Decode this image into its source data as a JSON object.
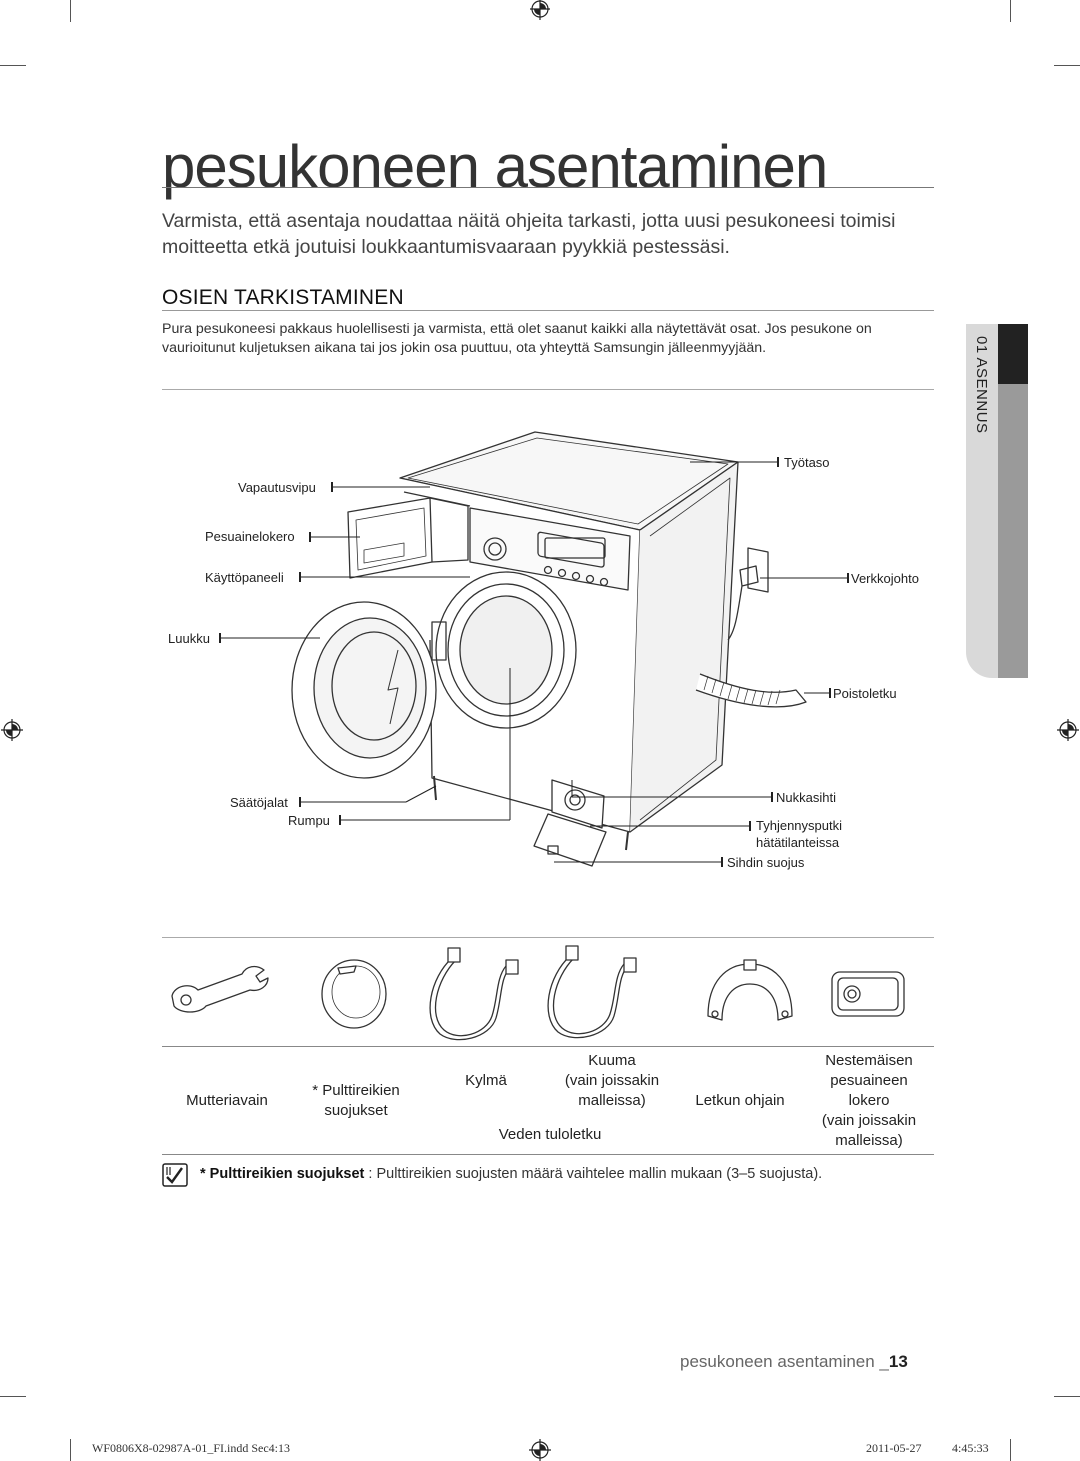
{
  "title": "pesukoneen asentaminen",
  "intro": "Varmista, että asentaja noudattaa näitä ohjeita tarkasti, jotta uusi pesukoneesi toimisi moitteetta etkä joutuisi loukkaantumisvaaraan pyykkiä pestessäsi.",
  "section_heading": "OSIEN TARKISTAMINEN",
  "section_text": "Pura pesukoneesi pakkaus huolellisesti ja varmista, että olet saanut kaikki alla näytettävät osat. Jos pesukone on vaurioitunut kuljetuksen aikana tai jos jokin osa puuttuu, ota yhteyttä Samsungin jälleenmyyjään.",
  "side_tab": "01 ASENNUS",
  "diagram": {
    "labels": {
      "tyotaso": "Työtaso",
      "vapautusvipu": "Vapautusvipu",
      "pesuainelokero": "Pesuainelokero",
      "kayttopaneeli": "Käyttöpaneeli",
      "verkkojohto": "Verkkojohto",
      "luukku": "Luukku",
      "poistoletku": "Poistoletku",
      "saatojalat": "Säätöjalat",
      "nukkasihti": "Nukkasihti",
      "rumpu": "Rumpu",
      "tyhjennysputki_1": "Tyhjennysputki",
      "tyhjennysputki_2": "hätätilanteissa",
      "sihdin_suojus": "Sihdin suojus"
    }
  },
  "accessories": {
    "mutteriavain": "Mutteriavain",
    "pulttireikien_1": "* Pulttireikien",
    "pulttireikien_2": "suojukset",
    "kylma": "Kylmä",
    "kuuma_1": "Kuuma",
    "kuuma_2": "(vain joissakin",
    "kuuma_3": "malleissa)",
    "veden_tuloletku": "Veden tuloletku",
    "letkun_ohjain": "Letkun ohjain",
    "nestemaisen_1": "Nestemäisen",
    "nestemaisen_2": "pesuaineen",
    "nestemaisen_3": "lokero",
    "nestemaisen_4": "(vain joissakin",
    "nestemaisen_5": "malleissa)"
  },
  "note": {
    "bold": "* Pulttireikien suojukset",
    "text": " : Pulttireikien suojusten määrä vaihtelee mallin mukaan (3–5 suojusta)."
  },
  "footer": {
    "title": "pesukoneen asentaminen _",
    "page": "13"
  },
  "imprint": {
    "file": "WF0806X8-02987A-01_FI.indd   Sec4:13",
    "date": "2011-05-27",
    "time": "4:45:33"
  }
}
